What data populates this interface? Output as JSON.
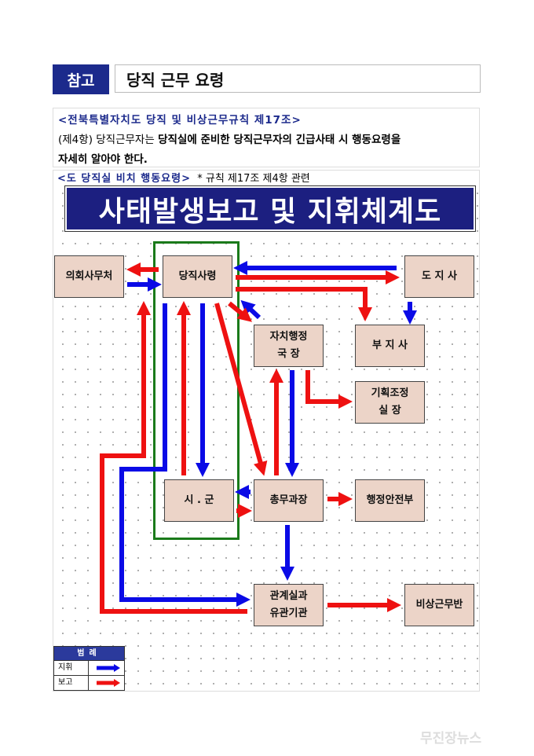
{
  "header": {
    "tag": "참고",
    "title": "당직 근무 요령"
  },
  "rule": {
    "title": "<전북특별자치도 당직 및 비상근무규칙 제17조>",
    "prefix": "(제4항) 당직근무자는 ",
    "bold_text": "당직실에 준비한 당직근무자의 긴급사태 시 행동요령을",
    "line2": "자세히 알아야 한다."
  },
  "diagram": {
    "heading": "<도 당직실 비치 행동요령>",
    "note": "* 규칙 제17조 제4항 관련",
    "banner": "사태발생보고 및 지휘체계도",
    "nodes": {
      "council": "의회사무처",
      "duty": "당직사령",
      "governor": "도 지 사",
      "autonomy": "자치행정\n국    장",
      "vice": "부 지 사",
      "planning": "기획조정\n실    장",
      "city": "시 . 군",
      "general": "총무과장",
      "ministry": "행정안전부",
      "related": "관계실과\n유관기관",
      "emergency": "비상근무반"
    },
    "legend": {
      "title": "범례",
      "command": "지휘",
      "report": "보고"
    },
    "colors": {
      "command": "#0a0ae6",
      "report": "#ee1111",
      "node": "#ecd4c8",
      "frame": "#1a7a1a"
    }
  },
  "watermark": "무진장뉴스"
}
